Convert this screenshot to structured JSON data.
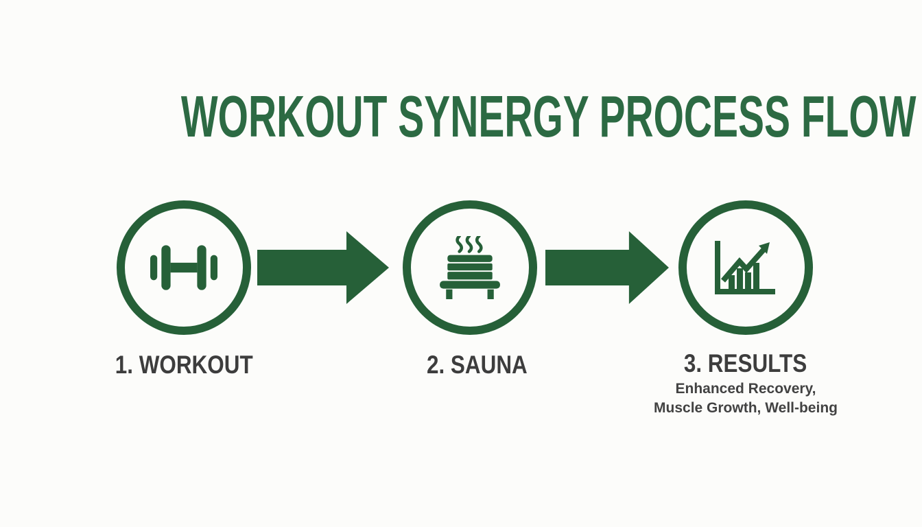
{
  "title": "WORKOUT SYNERGY PROCESS FLOW",
  "steps": [
    {
      "label": "1. WORKOUT",
      "icon": "dumbbell-icon"
    },
    {
      "label": "2. SAUNA",
      "icon": "sauna-bench-icon"
    },
    {
      "label": "3. RESULTS",
      "icon": "growth-chart-icon",
      "subtitle_line1": "Enhanced Recovery,",
      "subtitle_line2": "Muscle Growth, Well-being"
    }
  ],
  "connectors": [
    {
      "type": "arrow-right"
    },
    {
      "type": "arrow-right"
    }
  ],
  "colors": {
    "green": "#266038",
    "title-green": "#2c6a43",
    "label-gray": "#3d3d3d",
    "subtitle-gray": "#424242",
    "background": "#fcfcfa"
  }
}
